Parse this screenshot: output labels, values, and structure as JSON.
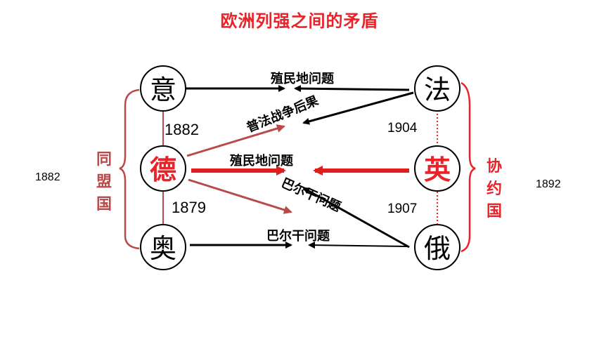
{
  "title": "欧洲列强之间的矛盾",
  "countries": {
    "italy": "意",
    "germany": "德",
    "austria": "奥",
    "france": "法",
    "britain": "英",
    "russia": "俄"
  },
  "alliances": {
    "triple_alliance": "同盟国",
    "triple_entente": "协约国"
  },
  "years": {
    "triple_alliance_year": "1882",
    "germany_italy_year": "1882",
    "germany_austria_year": "1879",
    "france_britain_year": "1904",
    "britain_russia_year": "1907",
    "triple_entente_year": "1892"
  },
  "conflicts": {
    "italy_france": "殖民地问题",
    "germany_france": "普法战争后果",
    "germany_britain": "殖民地问题",
    "germany_russia": "巴尔干问题",
    "austria_russia": "巴尔干问题"
  },
  "colors": {
    "title": "#e8232a",
    "highlight": "#e8232a",
    "alliance_line": "#b94a4a",
    "arrow_black": "#000000",
    "arrow_red": "#e01e1e"
  }
}
